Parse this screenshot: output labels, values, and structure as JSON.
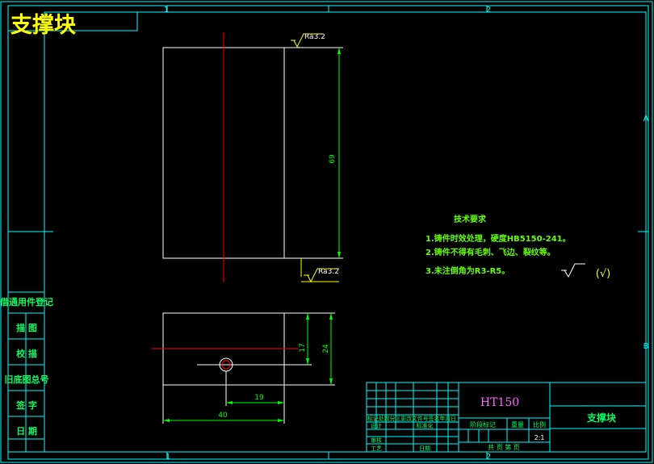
{
  "title": "支撑块",
  "frame": {
    "zone_top": [
      "1",
      "2"
    ],
    "zone_bottom": [
      "1",
      "2"
    ],
    "zone_right": [
      "A",
      "B"
    ]
  },
  "roughness": {
    "top": "Ra3.2",
    "bottom": "Ra3.2",
    "general": "(√)"
  },
  "dimensions": {
    "height_front": "69",
    "height_17": "17",
    "height_24": "24",
    "width_19": "19",
    "width_40": "40"
  },
  "tech": {
    "heading": "技术要求",
    "lines": [
      "1.铸件时效处理，硬度HB5150-241。",
      "2.铸件不得有毛刺、飞边、裂纹等。",
      "3.未注倒角为R3-R5。"
    ]
  },
  "left_column": [
    "借通用件登记",
    "描 图",
    "校 描",
    "旧底图总号",
    "签 字",
    "日 期"
  ],
  "title_block": {
    "material": "HT150",
    "part_name": "支撑块",
    "revision_header": "标记处数分区更改文件号签名年月日",
    "design": "设计",
    "standard": "标准化",
    "review": "审核",
    "process": "工艺",
    "date": "日期",
    "stage_label": "阶段标记",
    "weight_label": "重量",
    "scale_label": "比例",
    "scale": "2:1",
    "sheets": "共 页 第 页"
  },
  "colors": {
    "frame": "#00ffff",
    "part": "#ffffff",
    "centerline": "#ff0000",
    "dim": "#00ff00",
    "tech": "#66ff00",
    "title": "#ffff00",
    "label": "#00ff66"
  }
}
